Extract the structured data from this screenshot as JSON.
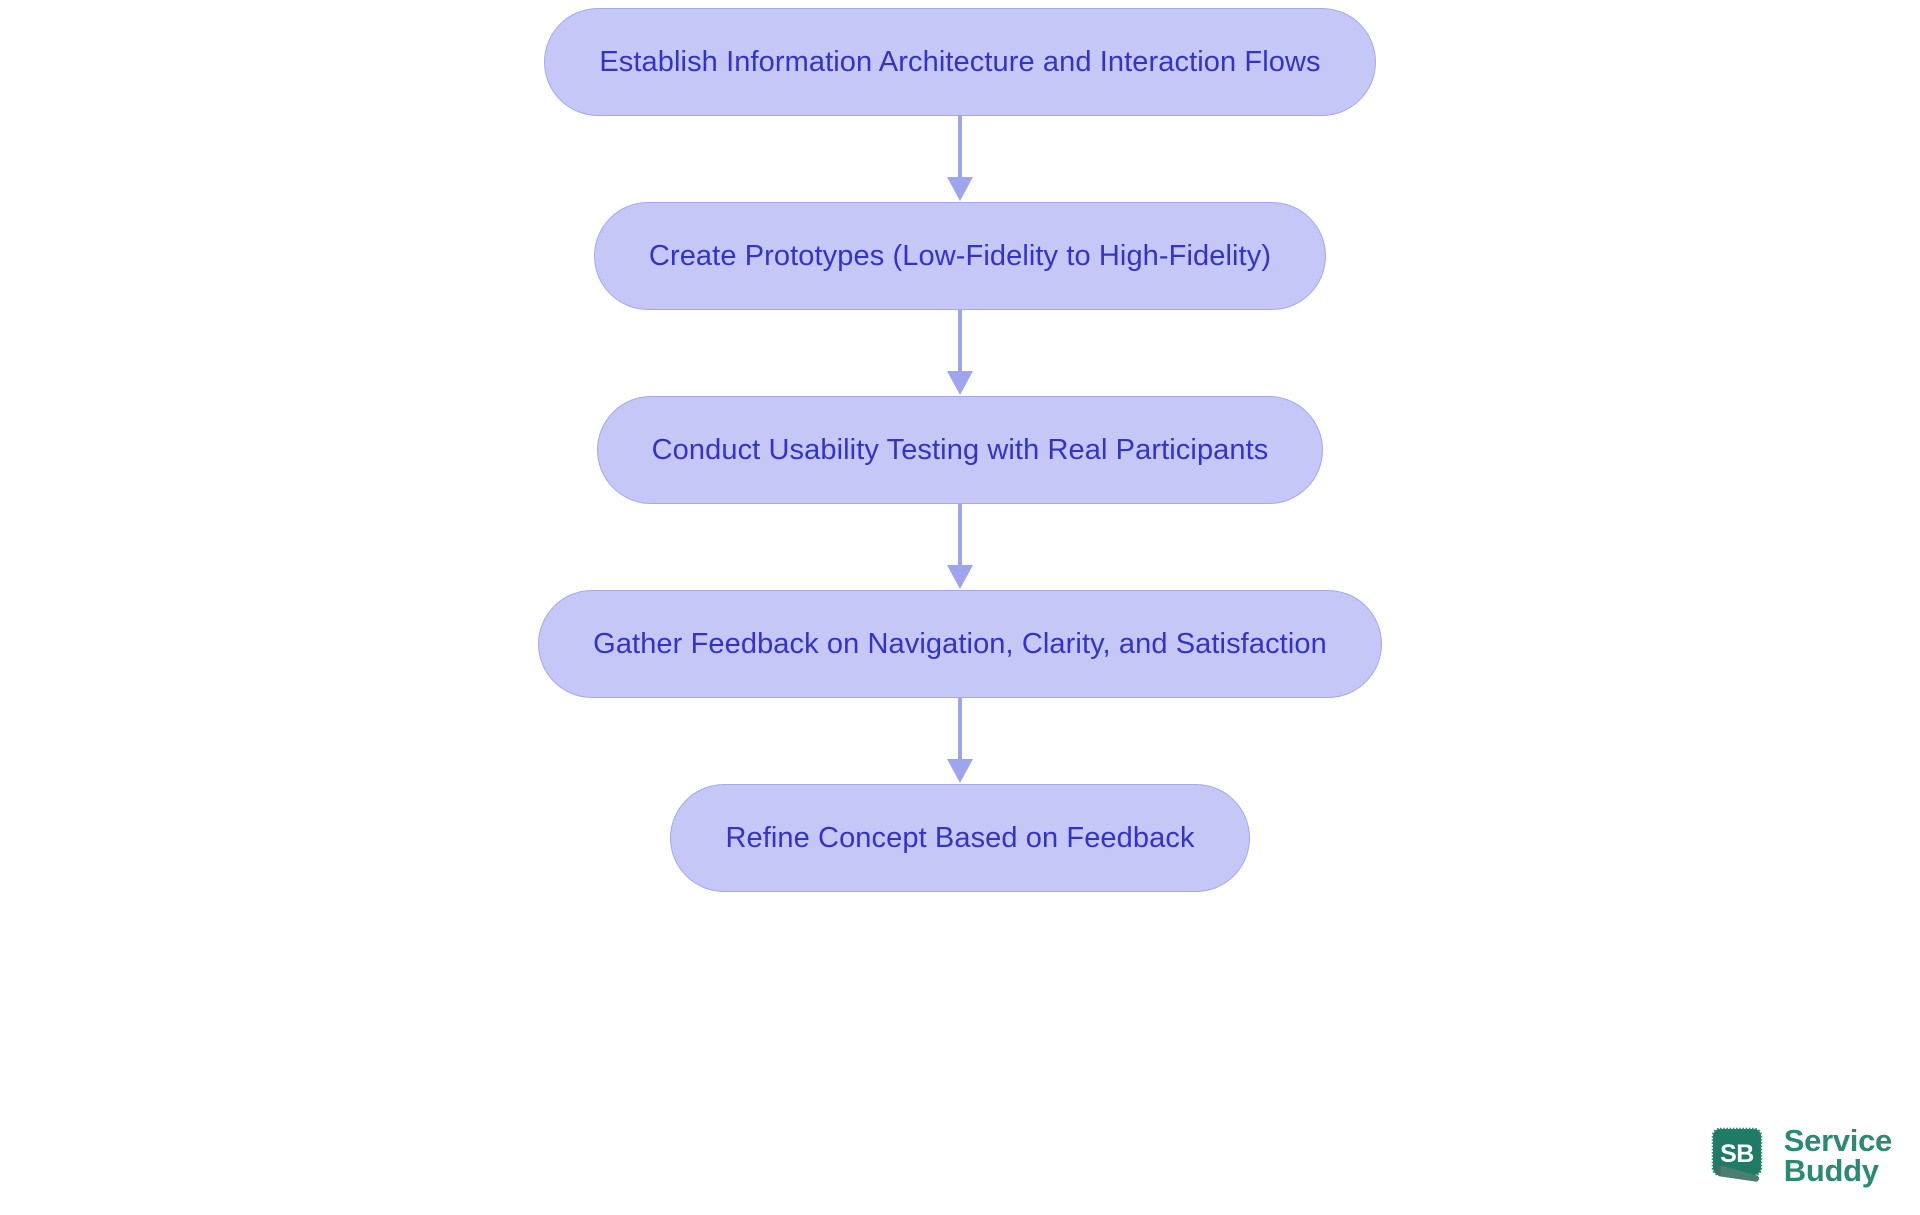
{
  "diagram": {
    "type": "vertical-flowchart",
    "orientation": "top-to-bottom",
    "node_fill": "#c5c7f7",
    "node_border": "#a5a8f0",
    "node_text_color": "#3333cc",
    "connector_color": "#9fa4ee",
    "background": "#ffffff",
    "nodes": [
      {
        "id": "node-1",
        "label": "Establish Information Architecture and Interaction Flows"
      },
      {
        "id": "node-2",
        "label": "Create Prototypes (Low-Fidelity to High-Fidelity)"
      },
      {
        "id": "node-3",
        "label": "Conduct Usability Testing with Real Participants"
      },
      {
        "id": "node-4",
        "label": "Gather Feedback on Navigation, Clarity, and Satisfaction"
      },
      {
        "id": "node-5",
        "label": "Refine Concept Based on Feedback"
      }
    ],
    "edges": [
      {
        "from": "node-1",
        "to": "node-2",
        "arrow": "down-arrow"
      },
      {
        "from": "node-2",
        "to": "node-3",
        "arrow": "down-arrow"
      },
      {
        "from": "node-3",
        "to": "node-4",
        "arrow": "down-arrow"
      },
      {
        "from": "node-4",
        "to": "node-5",
        "arrow": "down-arrow"
      }
    ]
  },
  "logo": {
    "monogram": "SB",
    "name_line1": "Service",
    "name_line2": "Buddy",
    "color": "#2d8a72",
    "mark_color": "#1f7a66",
    "monogram_color": "#ffffff"
  }
}
